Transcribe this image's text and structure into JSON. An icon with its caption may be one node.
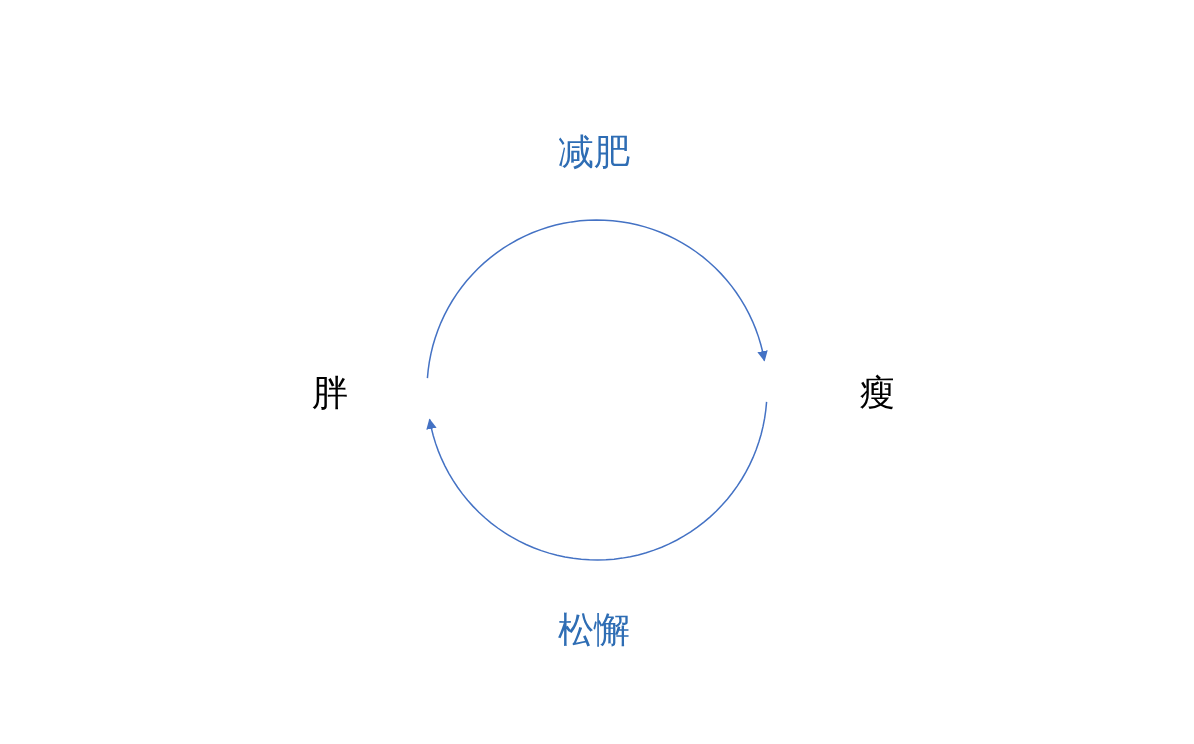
{
  "diagram": {
    "nodes": [
      {
        "text": [
          "胖"
        ]
      },
      {
        "text": [
          "瘦"
        ]
      }
    ],
    "edges": [
      {
        "from": 0,
        "to": 1,
        "arrow": "to",
        "label": "减肥"
      },
      {
        "from": 1,
        "to": 0,
        "arrow": "to",
        "label": "松懈"
      }
    ]
  }
}
